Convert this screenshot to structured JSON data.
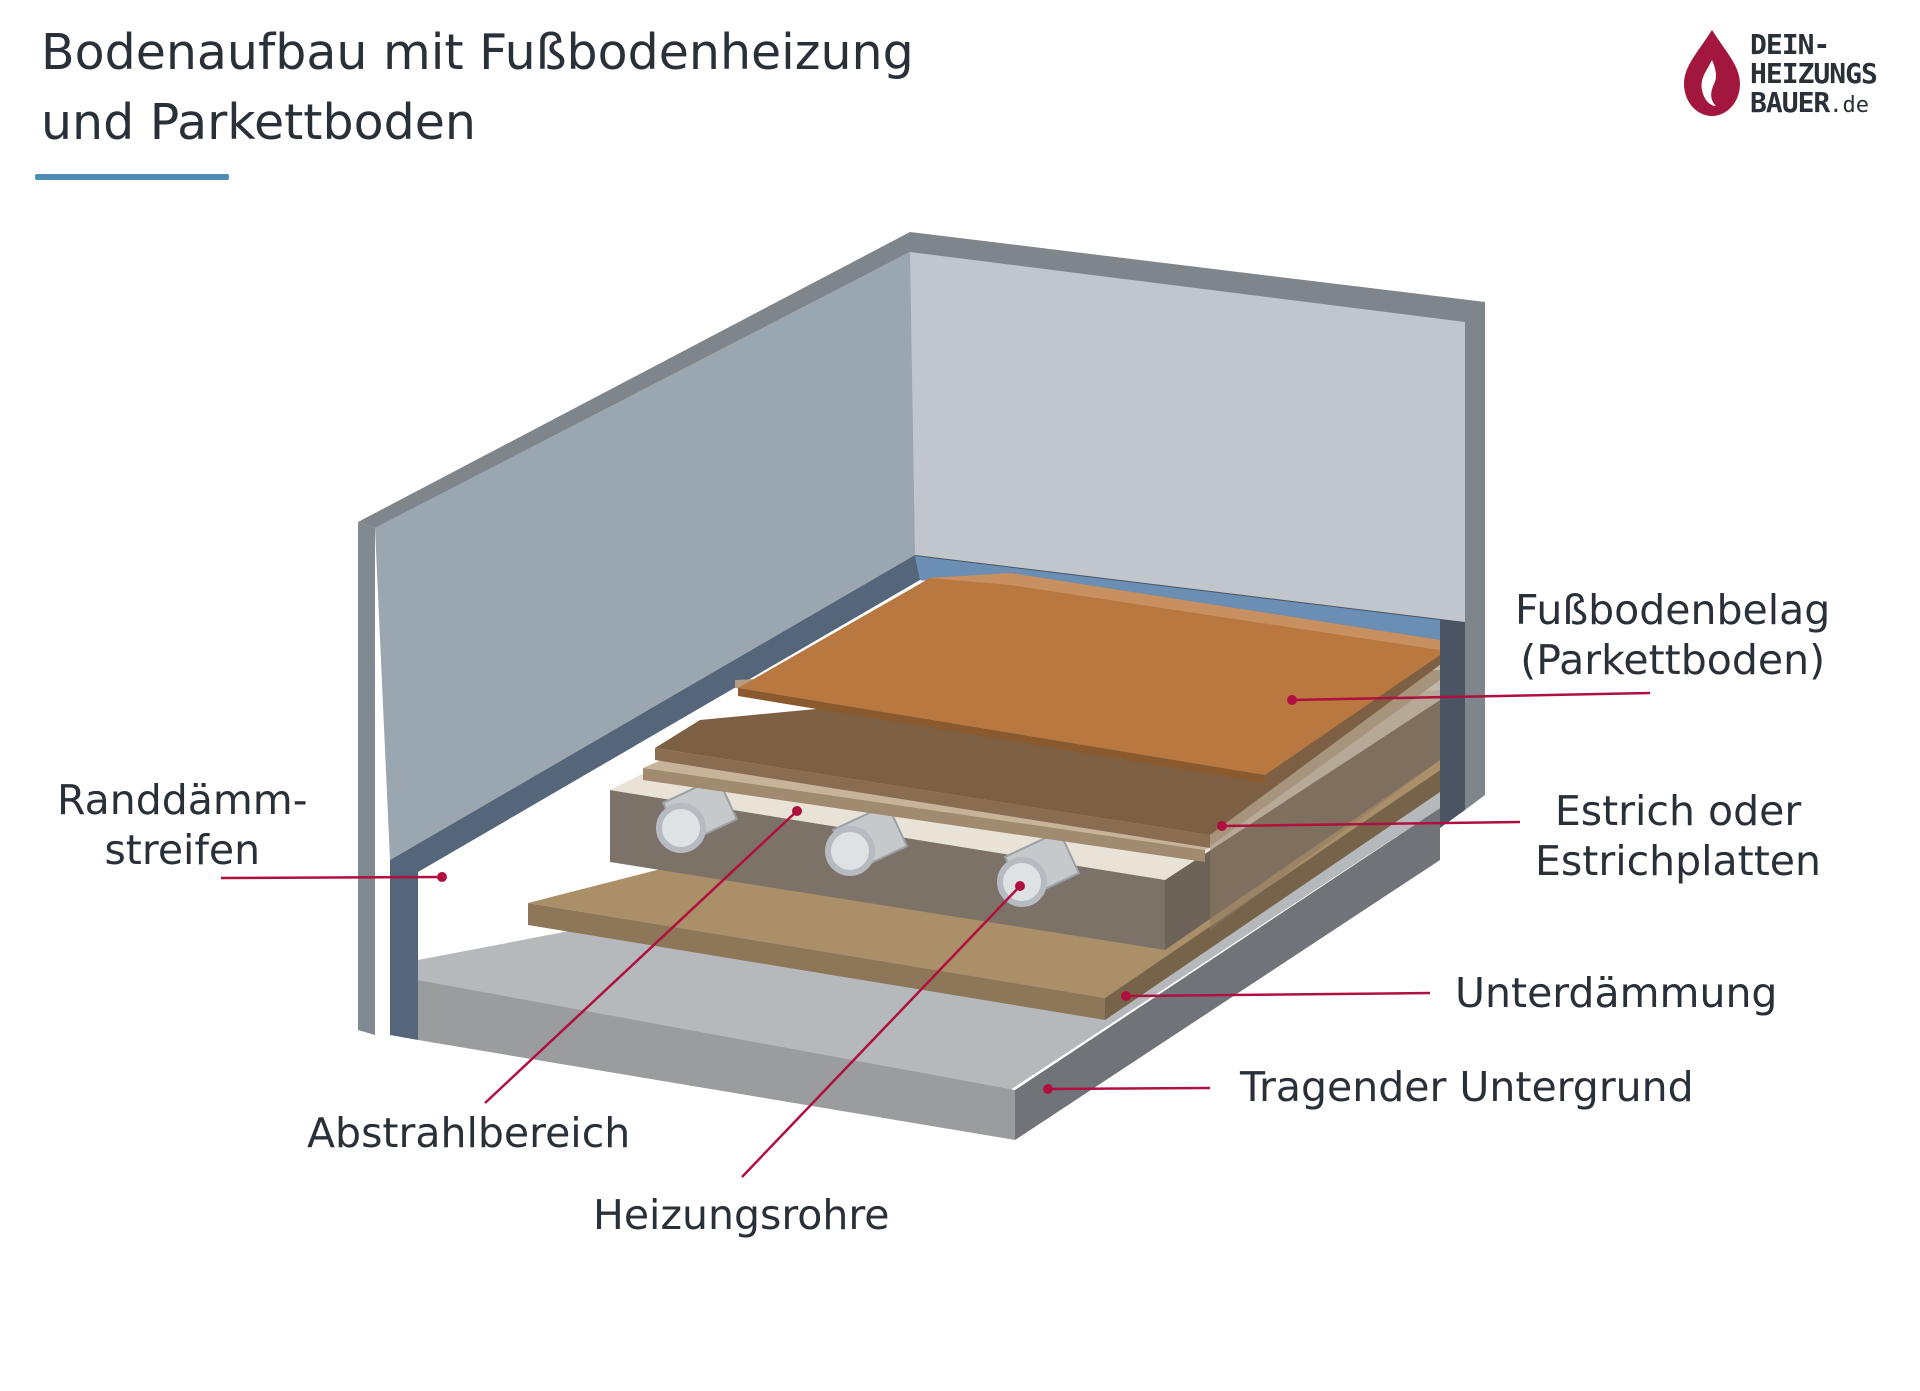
{
  "title": {
    "line1": "Bodenaufbau mit Fußbodenheizung",
    "line2": "und Parkettboden"
  },
  "logo": {
    "line1": "DEIN-",
    "line2": "HEIZUNGS",
    "line3": "BAUER",
    "tld": ".de",
    "icon": "flame-drop-icon",
    "color": "#a3173f"
  },
  "labels": {
    "fussbodenbelag": {
      "line1": "Fußbodenbelag",
      "line2": "(Parkettboden)"
    },
    "estrich": {
      "line1": "Estrich oder",
      "line2": "Estrichplatten"
    },
    "unterdaemmung": {
      "line1": "Unterdämmung"
    },
    "untergrund": {
      "line1": "Tragender Untergrund"
    },
    "randdaemm": {
      "line1": "Randdämm-",
      "line2": "streifen"
    },
    "abstrahl": {
      "line1": "Abstrahlbereich"
    },
    "heizungsrohre": {
      "line1": "Heizungsrohre"
    }
  },
  "colors": {
    "leader": "#b0103f",
    "accent_rule": "#4a8fb3",
    "parquet": "#b87840",
    "screed": "#b39c82",
    "insulation": "#ab8f68",
    "slab": "#a8acaf",
    "wall": "#9aa7b0"
  }
}
